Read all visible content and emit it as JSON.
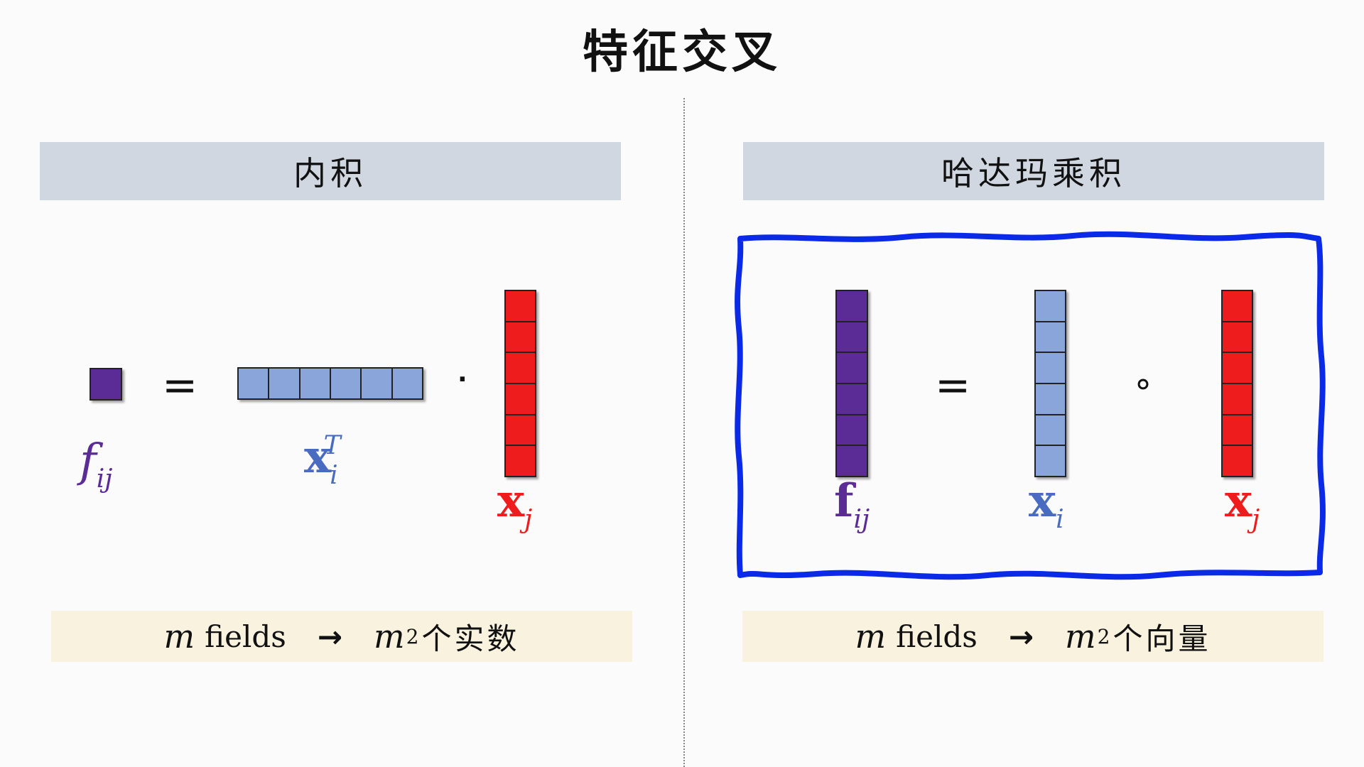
{
  "title": "特征交叉",
  "left_panel": {
    "header": "内积",
    "footer": {
      "m": "m",
      "fields": "fields",
      "arrow": "→",
      "m2": "m",
      "exp": "2",
      "text": "个实数"
    },
    "equals": "=",
    "dot": "·",
    "labels": {
      "f_main": "f",
      "f_sub": "ij",
      "xi_main": "x",
      "xi_sub": "i",
      "xi_sup": "T",
      "xj_main": "x",
      "xj_sub": "j"
    }
  },
  "right_panel": {
    "header": "哈达玛乘积",
    "footer": {
      "m": "m",
      "fields": "fields",
      "arrow": "→",
      "m2": "m",
      "exp": "2",
      "text": "个向量"
    },
    "equals": "=",
    "circ": "∘",
    "labels": {
      "f_main": "f",
      "f_sub": "ij",
      "xi_main": "x",
      "xi_sub": "i",
      "xj_main": "x",
      "xj_sub": "j"
    }
  },
  "colors": {
    "purple": "#5c2c96",
    "blue_light": "#89a5da",
    "blue_label": "#4a6cc0",
    "red": "#ee1c1c",
    "frame": "#0a2ae8",
    "header_bg": "#d0d7e1",
    "footer_bg": "#f8f2df"
  }
}
